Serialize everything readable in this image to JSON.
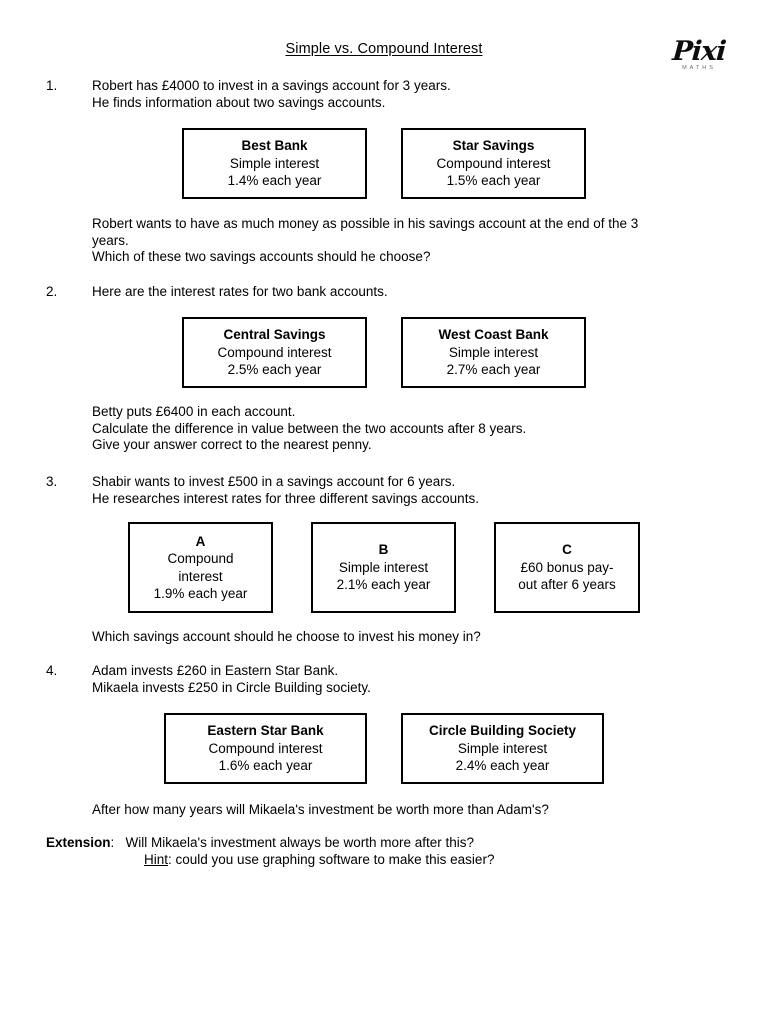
{
  "header": {
    "title": "Simple vs. Compound Interest",
    "logo_word": "Pixi",
    "logo_sub": "Maths"
  },
  "questions": [
    {
      "number": "1.",
      "prompt_line1": "Robert has £4000 to invest in a savings account for 3 years.",
      "prompt_line2": "He finds information about two savings accounts.",
      "boxes": [
        {
          "title": "Best Bank",
          "line2": "Simple interest",
          "line3": "1.4% each year"
        },
        {
          "title": "Star Savings",
          "line2": "Compound interest",
          "line3": "1.5% each year"
        }
      ],
      "follow_line1": "Robert wants to have as much money as possible in his savings account at the end of the 3",
      "follow_line2": "years.",
      "follow_line3": "Which of these two savings accounts should he choose?"
    },
    {
      "number": "2.",
      "prompt_line1": "Here are the interest rates for two bank accounts.",
      "boxes": [
        {
          "title": "Central Savings",
          "line2": "Compound interest",
          "line3": "2.5% each year"
        },
        {
          "title": "West Coast Bank",
          "line2": "Simple interest",
          "line3": "2.7% each year"
        }
      ],
      "follow_line1": "Betty puts £6400 in each account.",
      "follow_line2": "Calculate the difference in value between the two accounts after 8 years.",
      "follow_line3": "Give your answer correct to the nearest penny."
    },
    {
      "number": "3.",
      "prompt_line1": "Shabir wants to invest £500 in a savings account for 6 years.",
      "prompt_line2": "He researches interest rates for three different savings accounts.",
      "boxes": [
        {
          "title": "A",
          "line2": "Compound",
          "line3": "interest",
          "line4": "1.9% each year"
        },
        {
          "title": "B",
          "line2": "Simple interest",
          "line3": "2.1% each year"
        },
        {
          "title": "C",
          "line2": "£60 bonus pay-",
          "line3": "out after 6 years"
        }
      ],
      "follow_line1": "Which savings account should he choose to invest his money in?"
    },
    {
      "number": "4.",
      "prompt_line1": "Adam invests £260 in Eastern Star Bank.",
      "prompt_line2": "Mikaela invests £250 in Circle Building society.",
      "boxes": [
        {
          "title": "Eastern Star Bank",
          "line2": "Compound interest",
          "line3": "1.6% each year"
        },
        {
          "title": "Circle Building Society",
          "line2": "Simple interest",
          "line3": "2.4% each year"
        }
      ],
      "follow_line1": "After how many years will Mikaela's investment be worth more than Adam's?"
    }
  ],
  "extension": {
    "label": "Extension",
    "colon": ":",
    "question": "Will Mikaela's investment always be worth more after this?",
    "hint_label": "Hint",
    "hint_text": ": could you use graphing software to make this easier?"
  }
}
